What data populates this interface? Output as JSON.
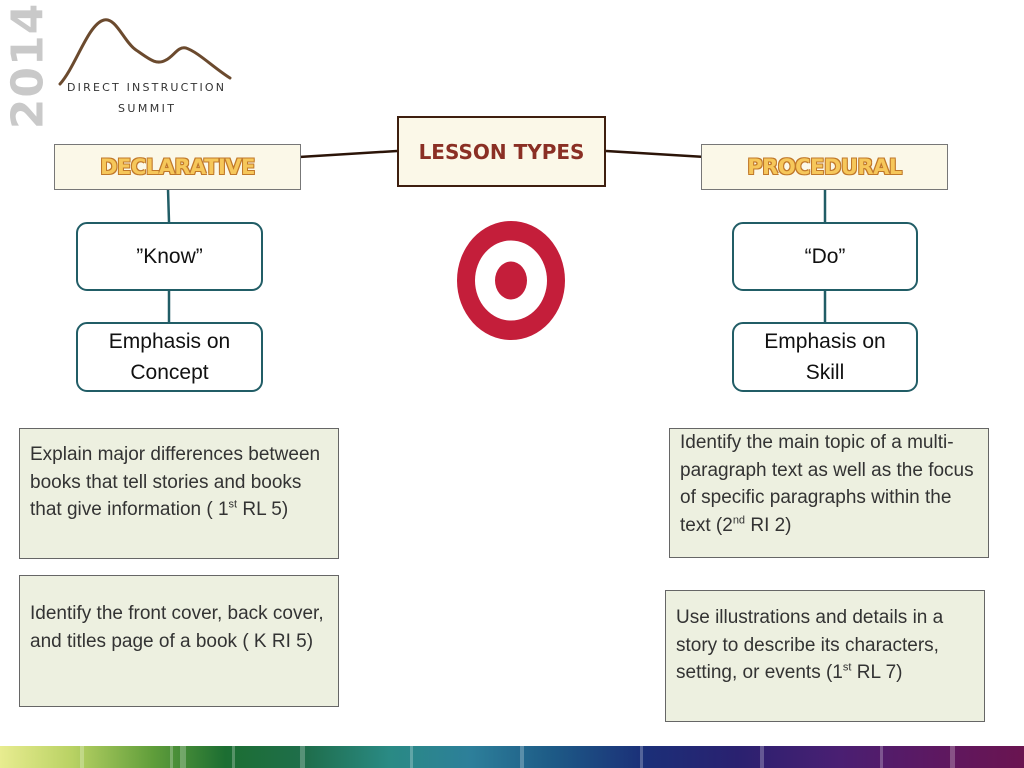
{
  "logo": {
    "year": "2014",
    "line1": "DIRECT INSTRUCTION",
    "line2": "SUMMIT"
  },
  "diagram": {
    "center_title": "LESSON TYPES",
    "left": {
      "title": "DECLARATIVE",
      "box1": "”Know”",
      "box2_line1": "Emphasis on",
      "box2_line2": "Concept",
      "examples": [
        {
          "text_before": "Explain major differences between books that tell stories and books that give information ( 1",
          "sup": "st",
          "text_after": " RL 5)"
        },
        {
          "text_before": "Identify the front cover, back cover, and titles page of a book ( K RI 5)",
          "sup": "",
          "text_after": ""
        }
      ]
    },
    "right": {
      "title": "PROCEDURAL",
      "box1": "“Do”",
      "box2_line1": "Emphasis on",
      "box2_line2": "Skill",
      "examples": [
        {
          "text_before": "Identify the main topic of a multi-paragraph text as well as the focus of specific paragraphs within the text (2",
          "sup": "nd",
          "text_after": " RI 2)"
        },
        {
          "text_before": "Use illustrations and details in a story to describe its characters, setting, or events (1",
          "sup": "st",
          "text_after": " RL 7)"
        }
      ]
    }
  },
  "colors": {
    "target_red": "#c41e3a",
    "box_border_teal": "#215d66",
    "header_text_gold": "#f6c75a",
    "center_title_text": "#8a2f24",
    "example_box_bg": "#edf0e0"
  },
  "icons": [
    "target-icon",
    "mountain-logo-icon"
  ]
}
